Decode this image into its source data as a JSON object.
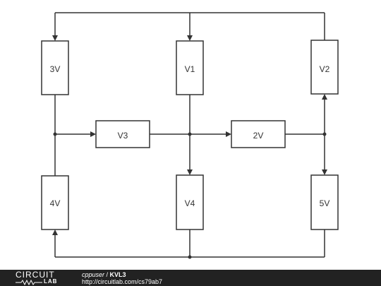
{
  "diagram": {
    "components": [
      {
        "id": "top-left",
        "label": "3V"
      },
      {
        "id": "top-middle",
        "label": "V1"
      },
      {
        "id": "top-right",
        "label": "V2"
      },
      {
        "id": "middle-left",
        "label": "V3"
      },
      {
        "id": "middle-right",
        "label": "2V"
      },
      {
        "id": "bottom-left",
        "label": "4V"
      },
      {
        "id": "bottom-middle",
        "label": "V4"
      },
      {
        "id": "bottom-right",
        "label": "5V"
      }
    ]
  },
  "footer": {
    "logo_top": "CIRCUIT",
    "logo_bottom": "LAB",
    "user": "cppuser",
    "separator": " / ",
    "title": "KVL3",
    "url": "http://circuitlab.com/cs79ab7"
  },
  "colors": {
    "wire": "#333333",
    "footer_bg": "#222222",
    "footer_text": "#ffffff"
  }
}
